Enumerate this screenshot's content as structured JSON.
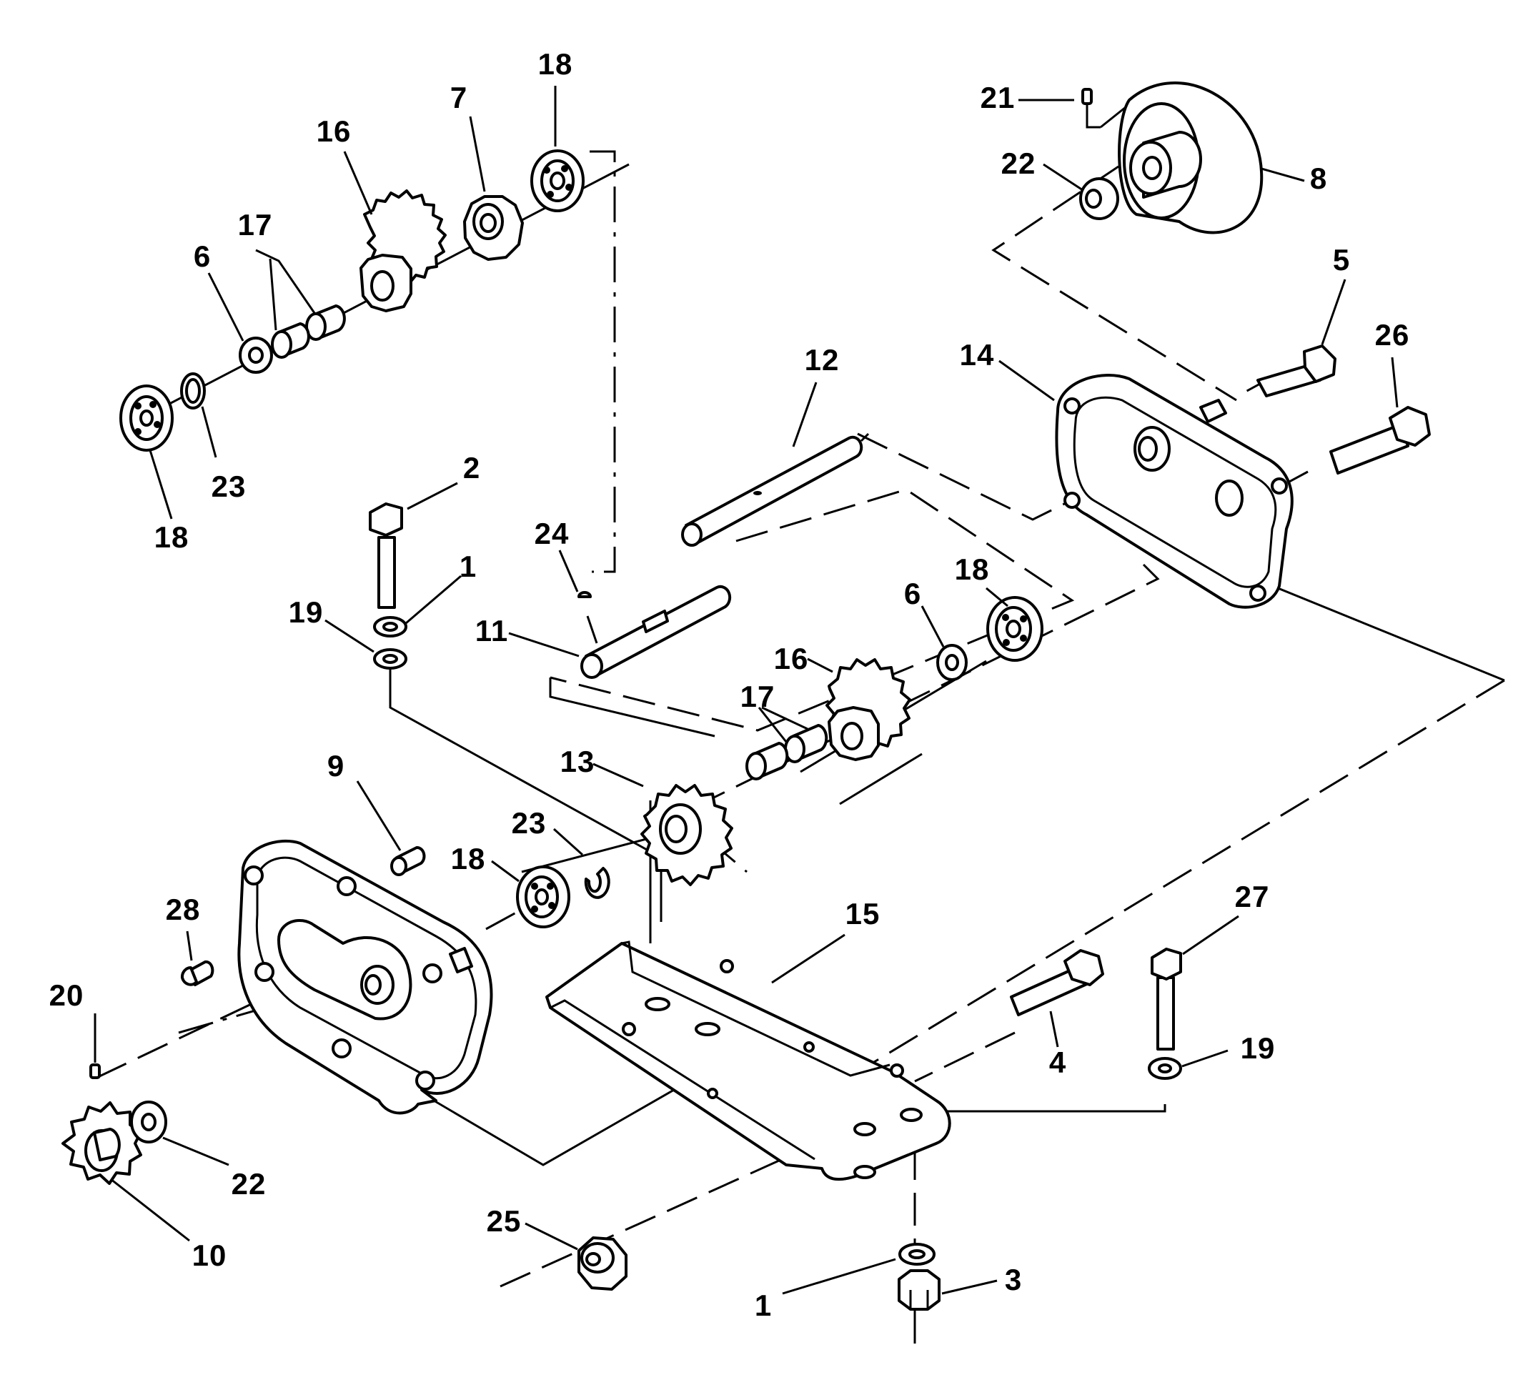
{
  "diagram": {
    "callouts": [
      {
        "id": "c18a",
        "text": "18"
      },
      {
        "id": "c7",
        "text": "7"
      },
      {
        "id": "c16a",
        "text": "16"
      },
      {
        "id": "c17a",
        "text": "17"
      },
      {
        "id": "c6a",
        "text": "6"
      },
      {
        "id": "c23a",
        "text": "23"
      },
      {
        "id": "c18b",
        "text": "18"
      },
      {
        "id": "c21",
        "text": "21"
      },
      {
        "id": "c22a",
        "text": "22"
      },
      {
        "id": "c8",
        "text": "8"
      },
      {
        "id": "c5",
        "text": "5"
      },
      {
        "id": "c26",
        "text": "26"
      },
      {
        "id": "c14",
        "text": "14"
      },
      {
        "id": "c12",
        "text": "12"
      },
      {
        "id": "c2",
        "text": "2"
      },
      {
        "id": "c1a",
        "text": "1"
      },
      {
        "id": "c19a",
        "text": "19"
      },
      {
        "id": "c24",
        "text": "24"
      },
      {
        "id": "c11",
        "text": "11"
      },
      {
        "id": "c18c",
        "text": "18"
      },
      {
        "id": "c6b",
        "text": "6"
      },
      {
        "id": "c16b",
        "text": "16"
      },
      {
        "id": "c17b",
        "text": "17"
      },
      {
        "id": "c13",
        "text": "13"
      },
      {
        "id": "c9",
        "text": "9"
      },
      {
        "id": "c23b",
        "text": "23"
      },
      {
        "id": "c18d",
        "text": "18"
      },
      {
        "id": "c28",
        "text": "28"
      },
      {
        "id": "c15",
        "text": "15"
      },
      {
        "id": "c27",
        "text": "27"
      },
      {
        "id": "c4",
        "text": "4"
      },
      {
        "id": "c19b",
        "text": "19"
      },
      {
        "id": "c20",
        "text": "20"
      },
      {
        "id": "c22b",
        "text": "22"
      },
      {
        "id": "c10",
        "text": "10"
      },
      {
        "id": "c25",
        "text": "25"
      },
      {
        "id": "c1b",
        "text": "1"
      },
      {
        "id": "c3",
        "text": "3"
      }
    ]
  }
}
